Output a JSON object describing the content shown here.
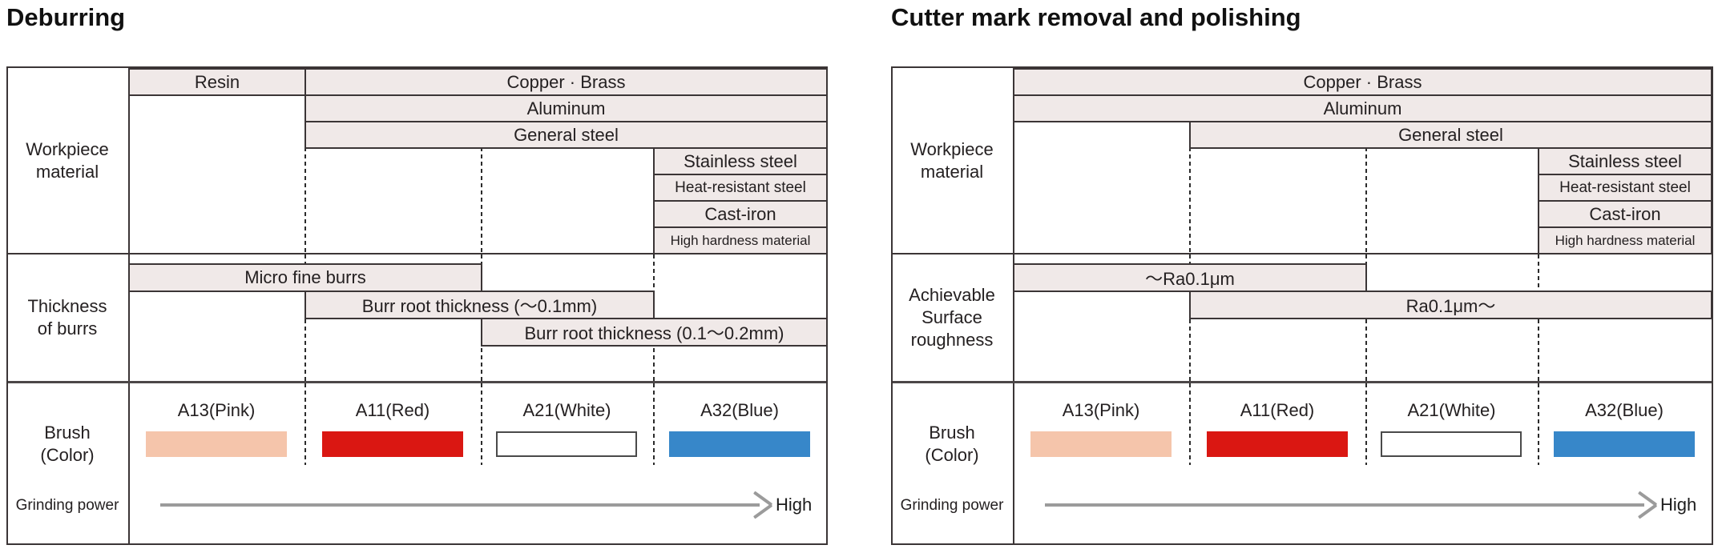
{
  "colors": {
    "cell_background": "#f0e9e8",
    "table_border": "#3b3536",
    "section_divider": "#4c4748",
    "dashed_line": "#2b2b2b",
    "arrow": "#9b9b9b",
    "brush_pink": "#f5c5ab",
    "brush_red": "#da1712",
    "brush_white": "#ffffff",
    "brush_blue": "#3787c9"
  },
  "panels": [
    {
      "title": "Deburring",
      "workpiece": {
        "label_lines": [
          "Workpiece",
          "material"
        ],
        "rows": [
          [
            "Resin",
            "Copper · Brass"
          ],
          [
            "Aluminum"
          ],
          [
            "General steel"
          ],
          [
            "Stainless steel"
          ],
          [
            "Heat-resistant steel"
          ],
          [
            "Cast-iron"
          ],
          [
            "High hardness material"
          ]
        ]
      },
      "middle": {
        "label_lines": [
          "Thickness",
          "of burrs"
        ],
        "bars": [
          "Micro fine burrs",
          "Burr root thickness (～0.1mm)",
          "Burr root thickness (0.1～0.2mm)"
        ]
      },
      "brush": {
        "label_lines": [
          "Brush",
          "(Color)"
        ],
        "items": [
          {
            "name": "A13(Pink)",
            "color": "#f5c5ab"
          },
          {
            "name": "A11(Red)",
            "color": "#da1712"
          },
          {
            "name": "A21(White)",
            "color": "#ffffff"
          },
          {
            "name": "A32(Blue)",
            "color": "#3787c9"
          }
        ],
        "grinding_label": "Grinding power",
        "arrow_label": "High"
      }
    },
    {
      "title": "Cutter mark removal and polishing",
      "workpiece": {
        "label_lines": [
          "Workpiece",
          "material"
        ],
        "rows": [
          [
            "Copper · Brass"
          ],
          [
            "Aluminum"
          ],
          [
            "General steel"
          ],
          [
            "Stainless steel"
          ],
          [
            "Heat-resistant steel"
          ],
          [
            "Cast-iron"
          ],
          [
            "High hardness material"
          ]
        ]
      },
      "middle": {
        "label_lines": [
          "Achievable",
          "Surface",
          "roughness"
        ],
        "bars": [
          "～Ra0.1μm",
          "Ra0.1μm～"
        ]
      },
      "brush": {
        "label_lines": [
          "Brush",
          "(Color)"
        ],
        "items": [
          {
            "name": "A13(Pink)",
            "color": "#f5c5ab"
          },
          {
            "name": "A11(Red)",
            "color": "#da1712"
          },
          {
            "name": "A21(White)",
            "color": "#ffffff"
          },
          {
            "name": "A32(Blue)",
            "color": "#3787c9"
          }
        ],
        "grinding_label": "Grinding power",
        "arrow_label": "High"
      }
    }
  ]
}
